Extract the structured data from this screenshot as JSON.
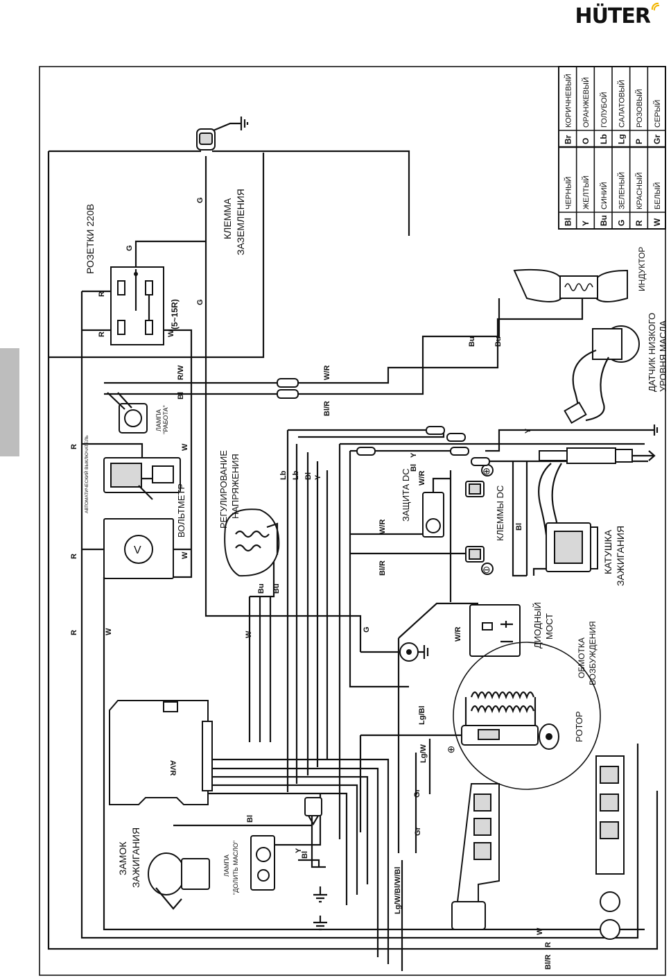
{
  "brand": {
    "logo_text": "HÜTER"
  },
  "diagram": {
    "labels": {
      "outlets": "РОЗЕТКИ 220В",
      "outlet_type": "(5~15R)",
      "ground_terminal_1": "КЛЕММА",
      "ground_terminal_2": "ЗАЗЕМЛЕНИЯ",
      "inductor": "ИНДУКТОР",
      "oil_sensor_1": "ДАТЧИК НИЗКОГО",
      "oil_sensor_2": "УРОВНЯ МАСЛА",
      "run_lamp_1": "ЛАМПА",
      "run_lamp_2": "\"РАБОТА\"",
      "breaker": "АВТОМАТИЧЕСКИЙ ВЫКЛЮЧАТЕЛЬ",
      "voltmeter": "ВОЛЬТМЕТР",
      "voltage_reg_1": "РЕГУЛИРОВАНИЕ",
      "voltage_reg_2": "НАПРЯЖЕНИЯ",
      "dc_protection": "ЗАЩИТА DC",
      "dc_terminals": "КЛЕММЫ DC",
      "ignition_coil_1": "КАТУШКА",
      "ignition_coil_2": "ЗАЖИГАНИЯ",
      "diode_bridge_1": "ДИОДНЫЙ",
      "diode_bridge_2": "МОСТ",
      "excitation_1": "ОБМОТКА",
      "excitation_2": "ВОЗБУЖДЕНИЯ",
      "rotor": "РОТОР",
      "avr": "AVR",
      "ignition_lock_1": "ЗАМОК",
      "ignition_lock_2": "ЗАЖИГАНИЯ",
      "oil_lamp_1": "ЛАМПА",
      "oil_lamp_2": "\"ДОЛИТЬ МАСЛО\"",
      "v_symbol": "V",
      "plus": "⊕",
      "minus": "⊖"
    },
    "wire_labels": {
      "r": "R",
      "g": "G",
      "w": "W",
      "bu": "Bu",
      "bl": "Bl",
      "y": "Y",
      "lb": "Lb",
      "rw": "R/W",
      "wr": "W/R",
      "blr": "Bl/R",
      "lgbl": "Lg/Bl",
      "lgw": "Lg/W",
      "gr": "Gr",
      "lgwbwbl": "Lg/W/Bl/W/Bl"
    }
  },
  "legend": {
    "rows": [
      {
        "left_code": "Bl",
        "left_name": "ЧЕРНЫЙ",
        "right_code": "Br",
        "right_name": "КОРИЧНЕВЫЙ"
      },
      {
        "left_code": "Y",
        "left_name": "ЖЕЛТЫЙ",
        "right_code": "O",
        "right_name": "ОРАНЖЕВЫЙ"
      },
      {
        "left_code": "Bu",
        "left_name": "СИНИЙ",
        "right_code": "Lb",
        "right_name": "ГОЛУБОЙ"
      },
      {
        "left_code": "G",
        "left_name": "ЗЕЛЕНЫЙ",
        "right_code": "Lg",
        "right_name": "САЛАТОВЫЙ"
      },
      {
        "left_code": "R",
        "left_name": "КРАСНЫЙ",
        "right_code": "P",
        "right_name": "РОЗОВЫЙ"
      },
      {
        "left_code": "W",
        "left_name": "БЕЛЫЙ",
        "right_code": "Gr",
        "right_name": "СЕРЫЙ"
      }
    ]
  }
}
